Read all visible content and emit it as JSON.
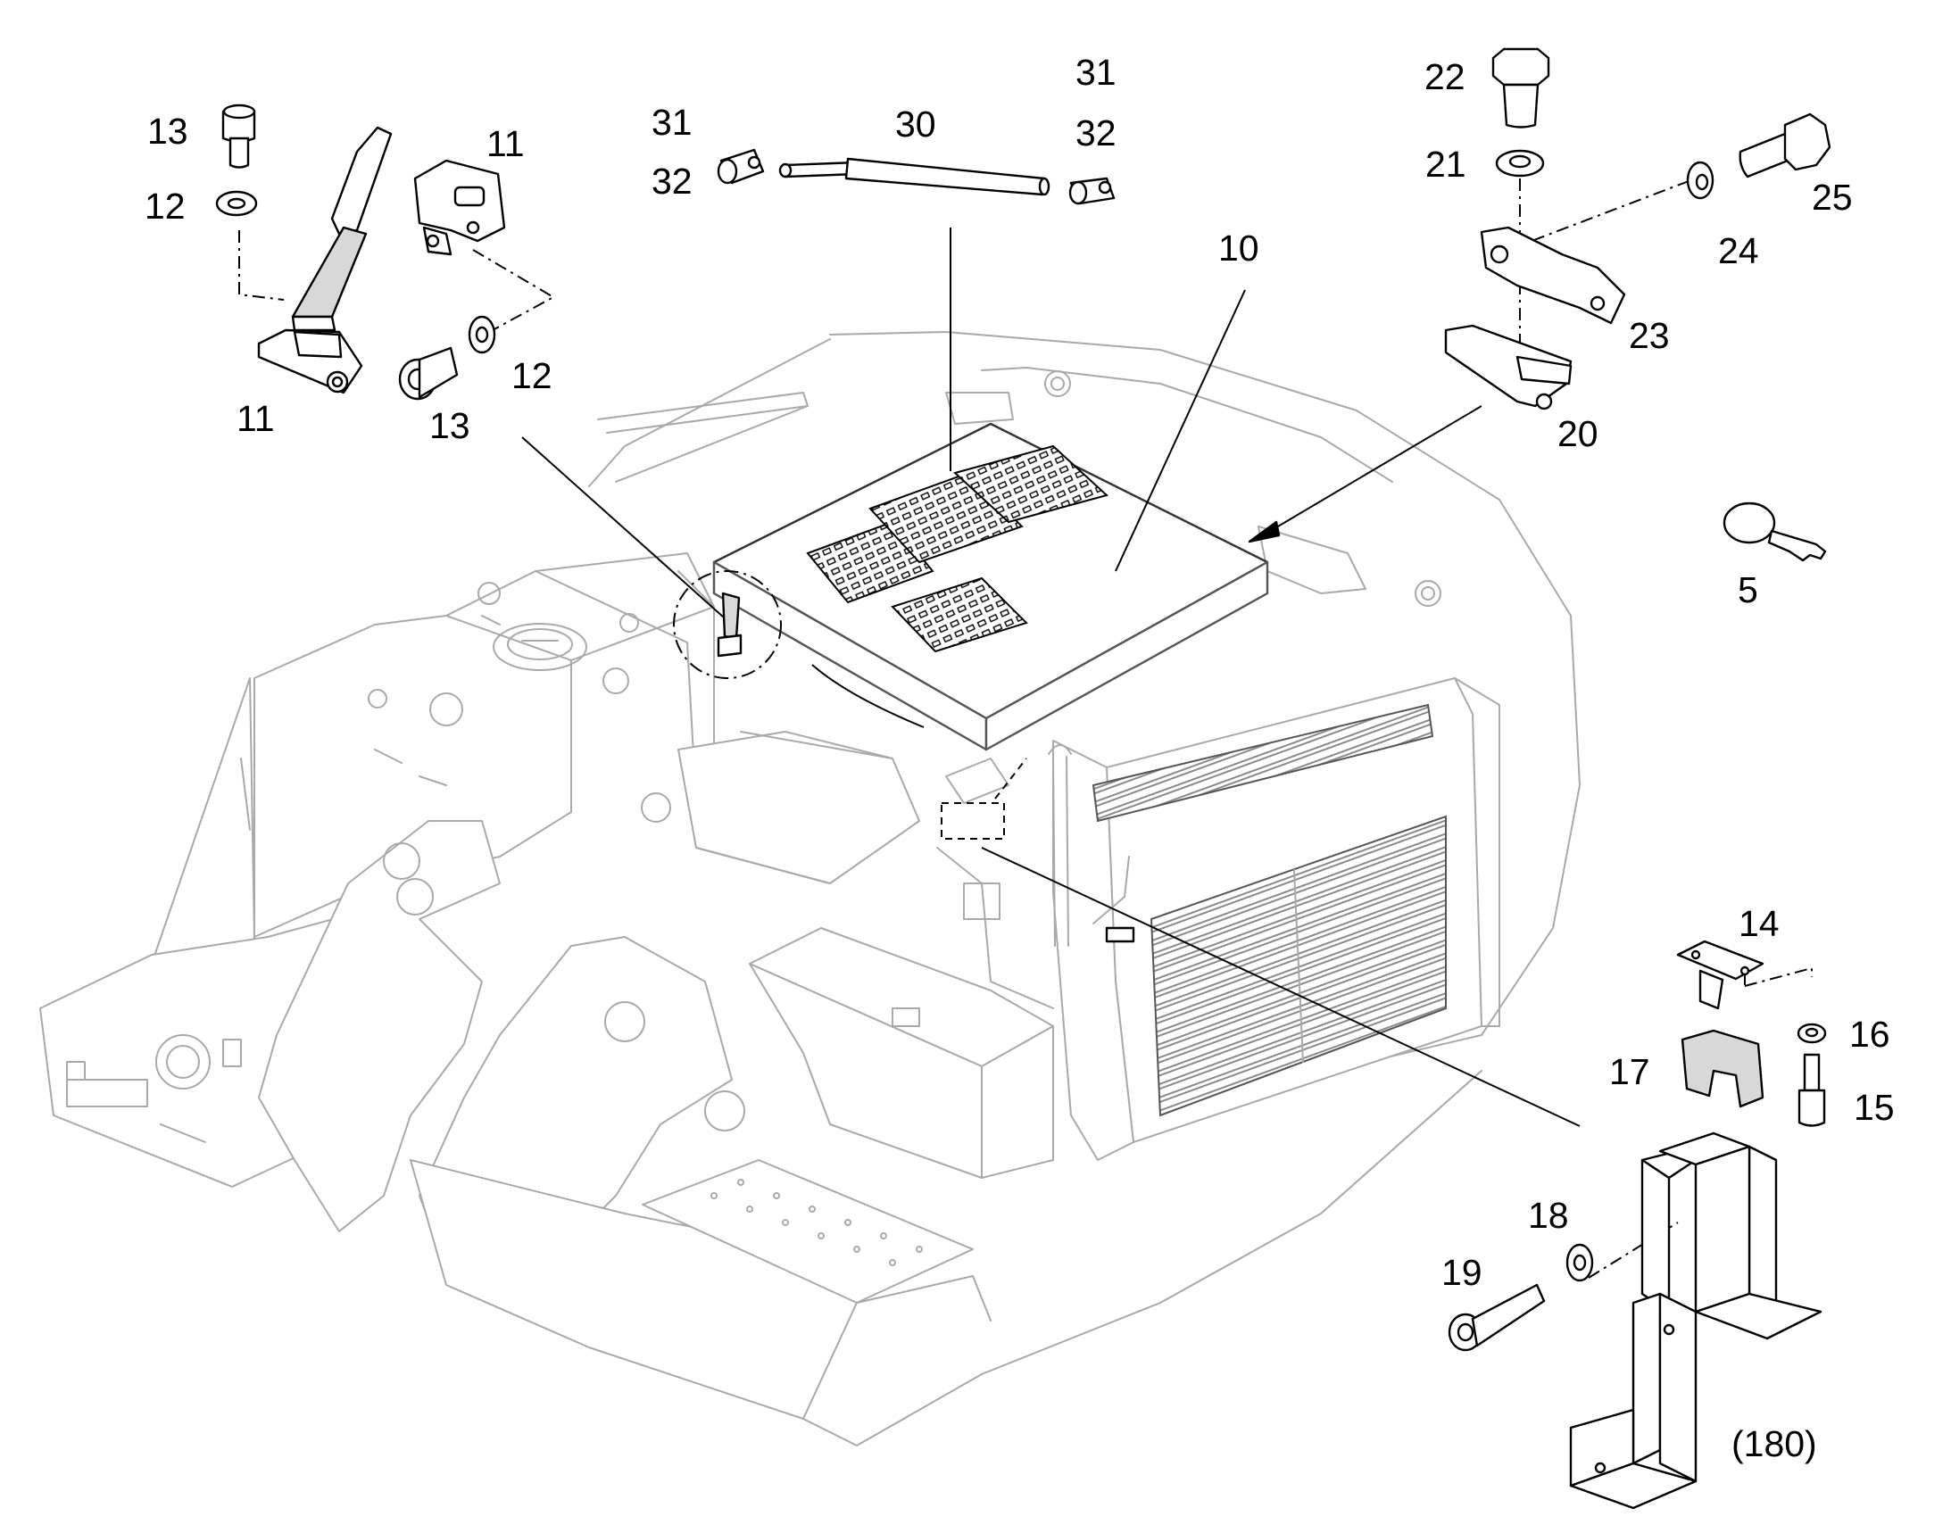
{
  "labels": {
    "l5": "5",
    "l10": "10",
    "l11a": "11",
    "l11b": "11",
    "l12a": "12",
    "l12b": "12",
    "l13a": "13",
    "l13b": "13",
    "l14": "14",
    "l15": "15",
    "l16": "16",
    "l17": "17",
    "l18": "18",
    "l19": "19",
    "l20": "20",
    "l21": "21",
    "l22": "22",
    "l23": "23",
    "l24": "24",
    "l25": "25",
    "l30": "30",
    "l31a": "31",
    "l31b": "31",
    "l32a": "32",
    "l32b": "32",
    "l180": "(180)"
  },
  "colors": {
    "line": "#000000",
    "ghost_line": "#a9a9a9",
    "background": "#ffffff"
  }
}
